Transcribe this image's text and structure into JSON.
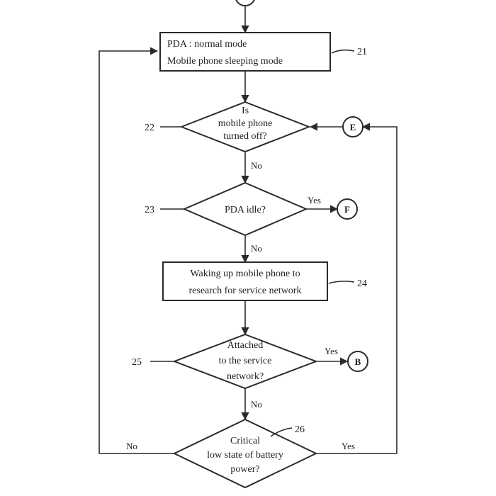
{
  "flowchart": {
    "step21": {
      "lines": [
        "PDA : normal mode",
        "Mobile phone sleeping mode"
      ],
      "ref": "21"
    },
    "step22": {
      "lines": [
        "Is",
        "mobile phone",
        "turned off?"
      ],
      "ref": "22",
      "no_label": "No"
    },
    "step23": {
      "lines": [
        "PDA idle?"
      ],
      "ref": "23",
      "yes_label": "Yes",
      "no_label": "No"
    },
    "step24": {
      "lines": [
        "Waking up mobile phone to",
        "research for service network"
      ],
      "ref": "24"
    },
    "step25": {
      "lines": [
        "Attached",
        "to the service",
        "network?"
      ],
      "ref": "25",
      "yes_label": "Yes",
      "no_label": "No"
    },
    "step26": {
      "lines": [
        "Critical",
        "low state of battery",
        "power?"
      ],
      "ref": "26",
      "yes_label": "Yes",
      "no_label": "No"
    },
    "connectors": {
      "e": "E",
      "f": "F",
      "b": "B"
    }
  }
}
